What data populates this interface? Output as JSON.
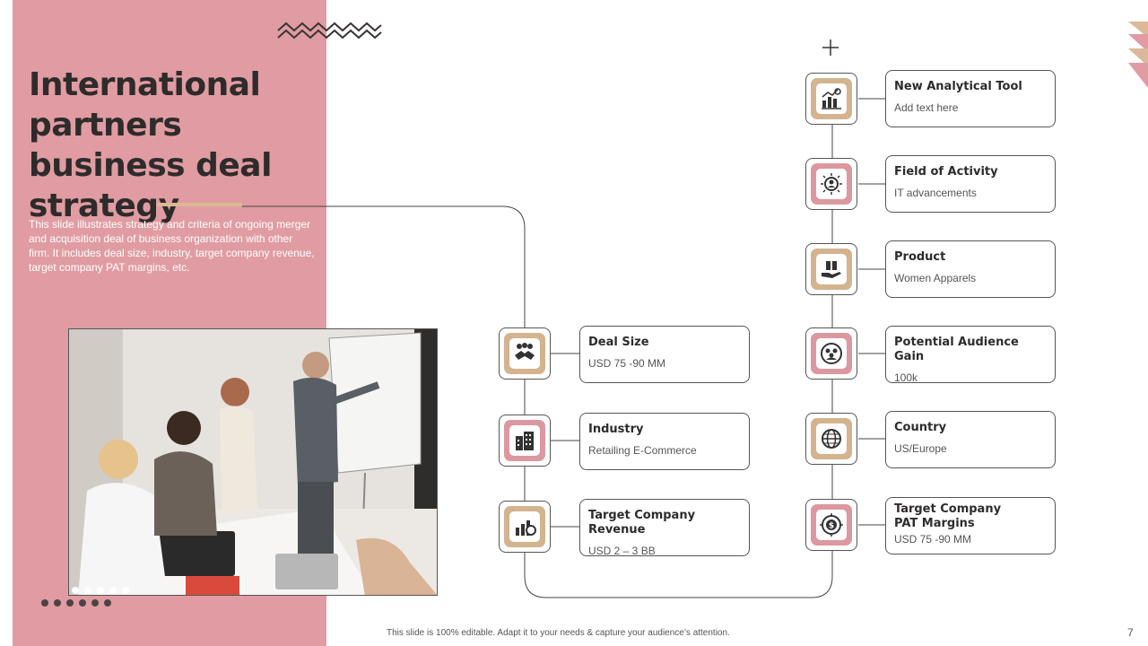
{
  "slide": {
    "title": "International partners business deal strategy",
    "description": "This slide illustrates strategy and criteria of ongoing merger and acquisition deal of business organization with other firm. It includes deal size, industry, target company revenue, target company PAT margins, etc.",
    "footer_note": "This slide is 100% editable. Adapt it to your needs & capture your audience’s attention.",
    "page_number": "7"
  },
  "left_items": [
    {
      "title": "Deal Size",
      "value": "USD 75 -90 MM",
      "icon": "handshake-icon",
      "color": "tan"
    },
    {
      "title": "Industry",
      "value": "Retailing E-Commerce",
      "icon": "building-icon",
      "color": "pink"
    },
    {
      "title": "Target Company Revenue",
      "value": "USD 2 – 3 BB",
      "icon": "revenue-chart-icon",
      "color": "tan"
    }
  ],
  "right_items": [
    {
      "title": "New Analytical Tool",
      "value": "Add text here",
      "icon": "analytics-icon",
      "color": "tan"
    },
    {
      "title": "Field of Activity",
      "value": "IT advancements",
      "icon": "idea-person-icon",
      "color": "pink"
    },
    {
      "title": "Product",
      "value": "Women Apparels",
      "icon": "gift-hand-icon",
      "color": "tan"
    },
    {
      "title": "Potential Audience Gain",
      "value": "100k",
      "icon": "audience-icon",
      "color": "pink"
    },
    {
      "title": "Country",
      "value": "US/Europe",
      "icon": "globe-icon",
      "color": "tan"
    },
    {
      "title": "Target Company PAT Margins",
      "value": "USD 75 -90 MM",
      "icon": "dollar-target-icon",
      "color": "pink"
    }
  ],
  "colors": {
    "accent_pink": "#e09ca2",
    "accent_tan": "#d4b38f",
    "text_dark": "#2e2b2b"
  }
}
